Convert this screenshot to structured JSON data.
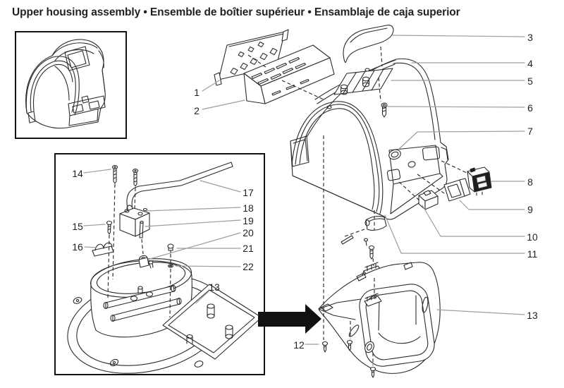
{
  "title": "Upper housing assembly • Ensemble de boîtier supérieur • Ensamblaje de caja superior",
  "colors": {
    "ink": "#2b2b2b",
    "leader_line": "#9b9ea1",
    "arrow": "#111111",
    "background": "#ffffff"
  },
  "callouts": {
    "exploded": [
      {
        "label": "1"
      },
      {
        "label": "2"
      },
      {
        "label": "3"
      },
      {
        "label": "4"
      },
      {
        "label": "5"
      },
      {
        "label": "6"
      },
      {
        "label": "7"
      },
      {
        "label": "8"
      },
      {
        "label": "9"
      },
      {
        "label": "10"
      },
      {
        "label": "11"
      },
      {
        "label": "12"
      },
      {
        "label": "13"
      }
    ],
    "detail": [
      {
        "label": "14"
      },
      {
        "label": "15"
      },
      {
        "label": "16"
      },
      {
        "label": "17"
      },
      {
        "label": "18"
      },
      {
        "label": "19"
      },
      {
        "label": "20"
      },
      {
        "label": "21"
      },
      {
        "label": "22"
      },
      {
        "label": "13"
      }
    ]
  }
}
